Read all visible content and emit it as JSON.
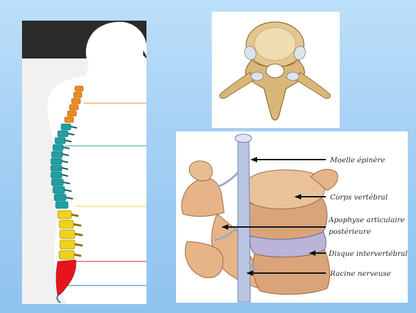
{
  "colors": {
    "background": "#a4d0f4",
    "cervical": "#f08a1c",
    "thoracic": "#1fa0a4",
    "lumbar": "#f0d21a",
    "sacral": "#e8141c",
    "bone": "#e9c98e",
    "disc": "#b9b4d8",
    "nerve": "#b9c6e3"
  },
  "cutaway": {
    "labels": [
      {
        "id": "moelle",
        "text": "Moelle épinère"
      },
      {
        "id": "corps",
        "text": "Corps vertébral"
      },
      {
        "id": "apophyse_1",
        "text": "Apophyse articulaire"
      },
      {
        "id": "apophyse_2",
        "text": "postérieure"
      },
      {
        "id": "disque",
        "text": "Disque intervertébral"
      },
      {
        "id": "racine",
        "text": "Racine nerveuse"
      }
    ]
  }
}
